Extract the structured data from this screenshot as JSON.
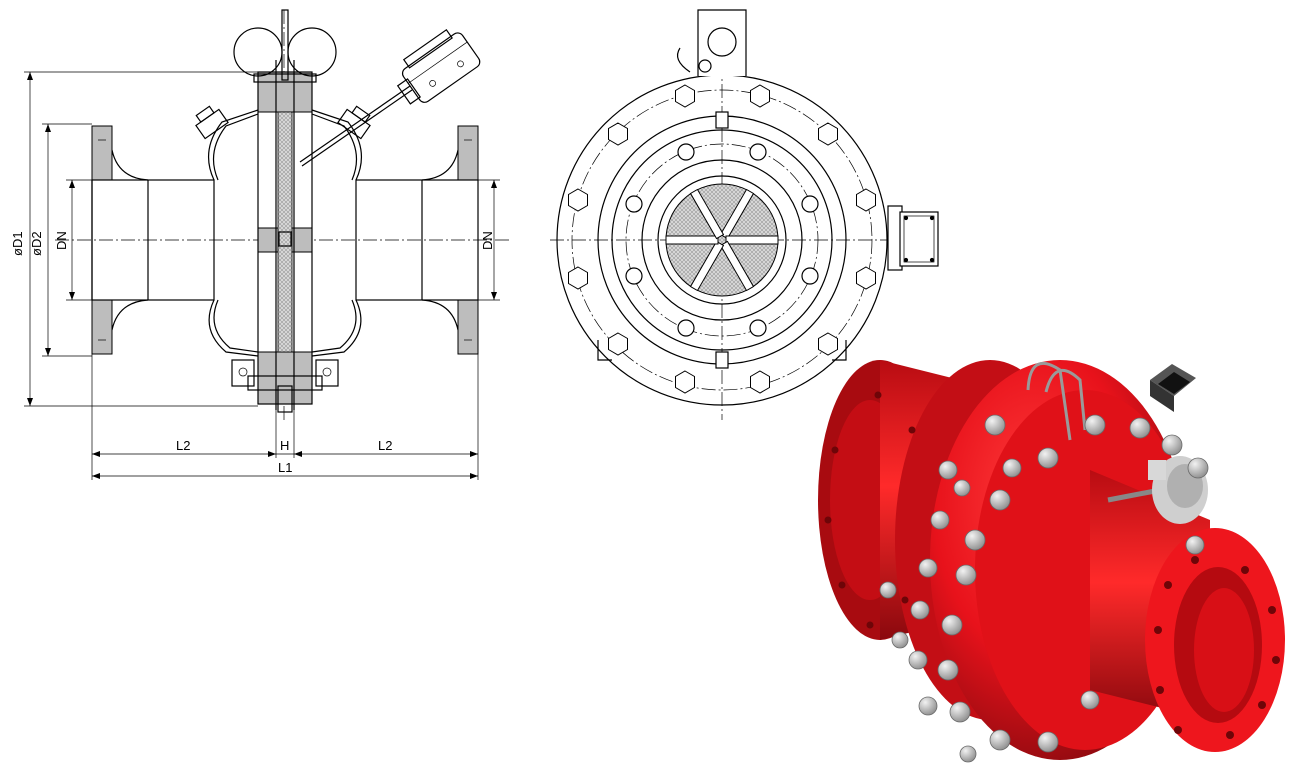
{
  "section_view": {
    "dims": {
      "D1": "øD1",
      "D2": "øD2",
      "DN_left": "DN",
      "DN_right": "DN",
      "L2_left": "L2",
      "L2_right": "L2",
      "H": "H",
      "L1": "L1"
    }
  },
  "colors": {
    "body_red": "#e8121b",
    "hatch_grey": "#bdbdbd",
    "bolt_grey": "#c9c9c9",
    "line": "#000000"
  }
}
